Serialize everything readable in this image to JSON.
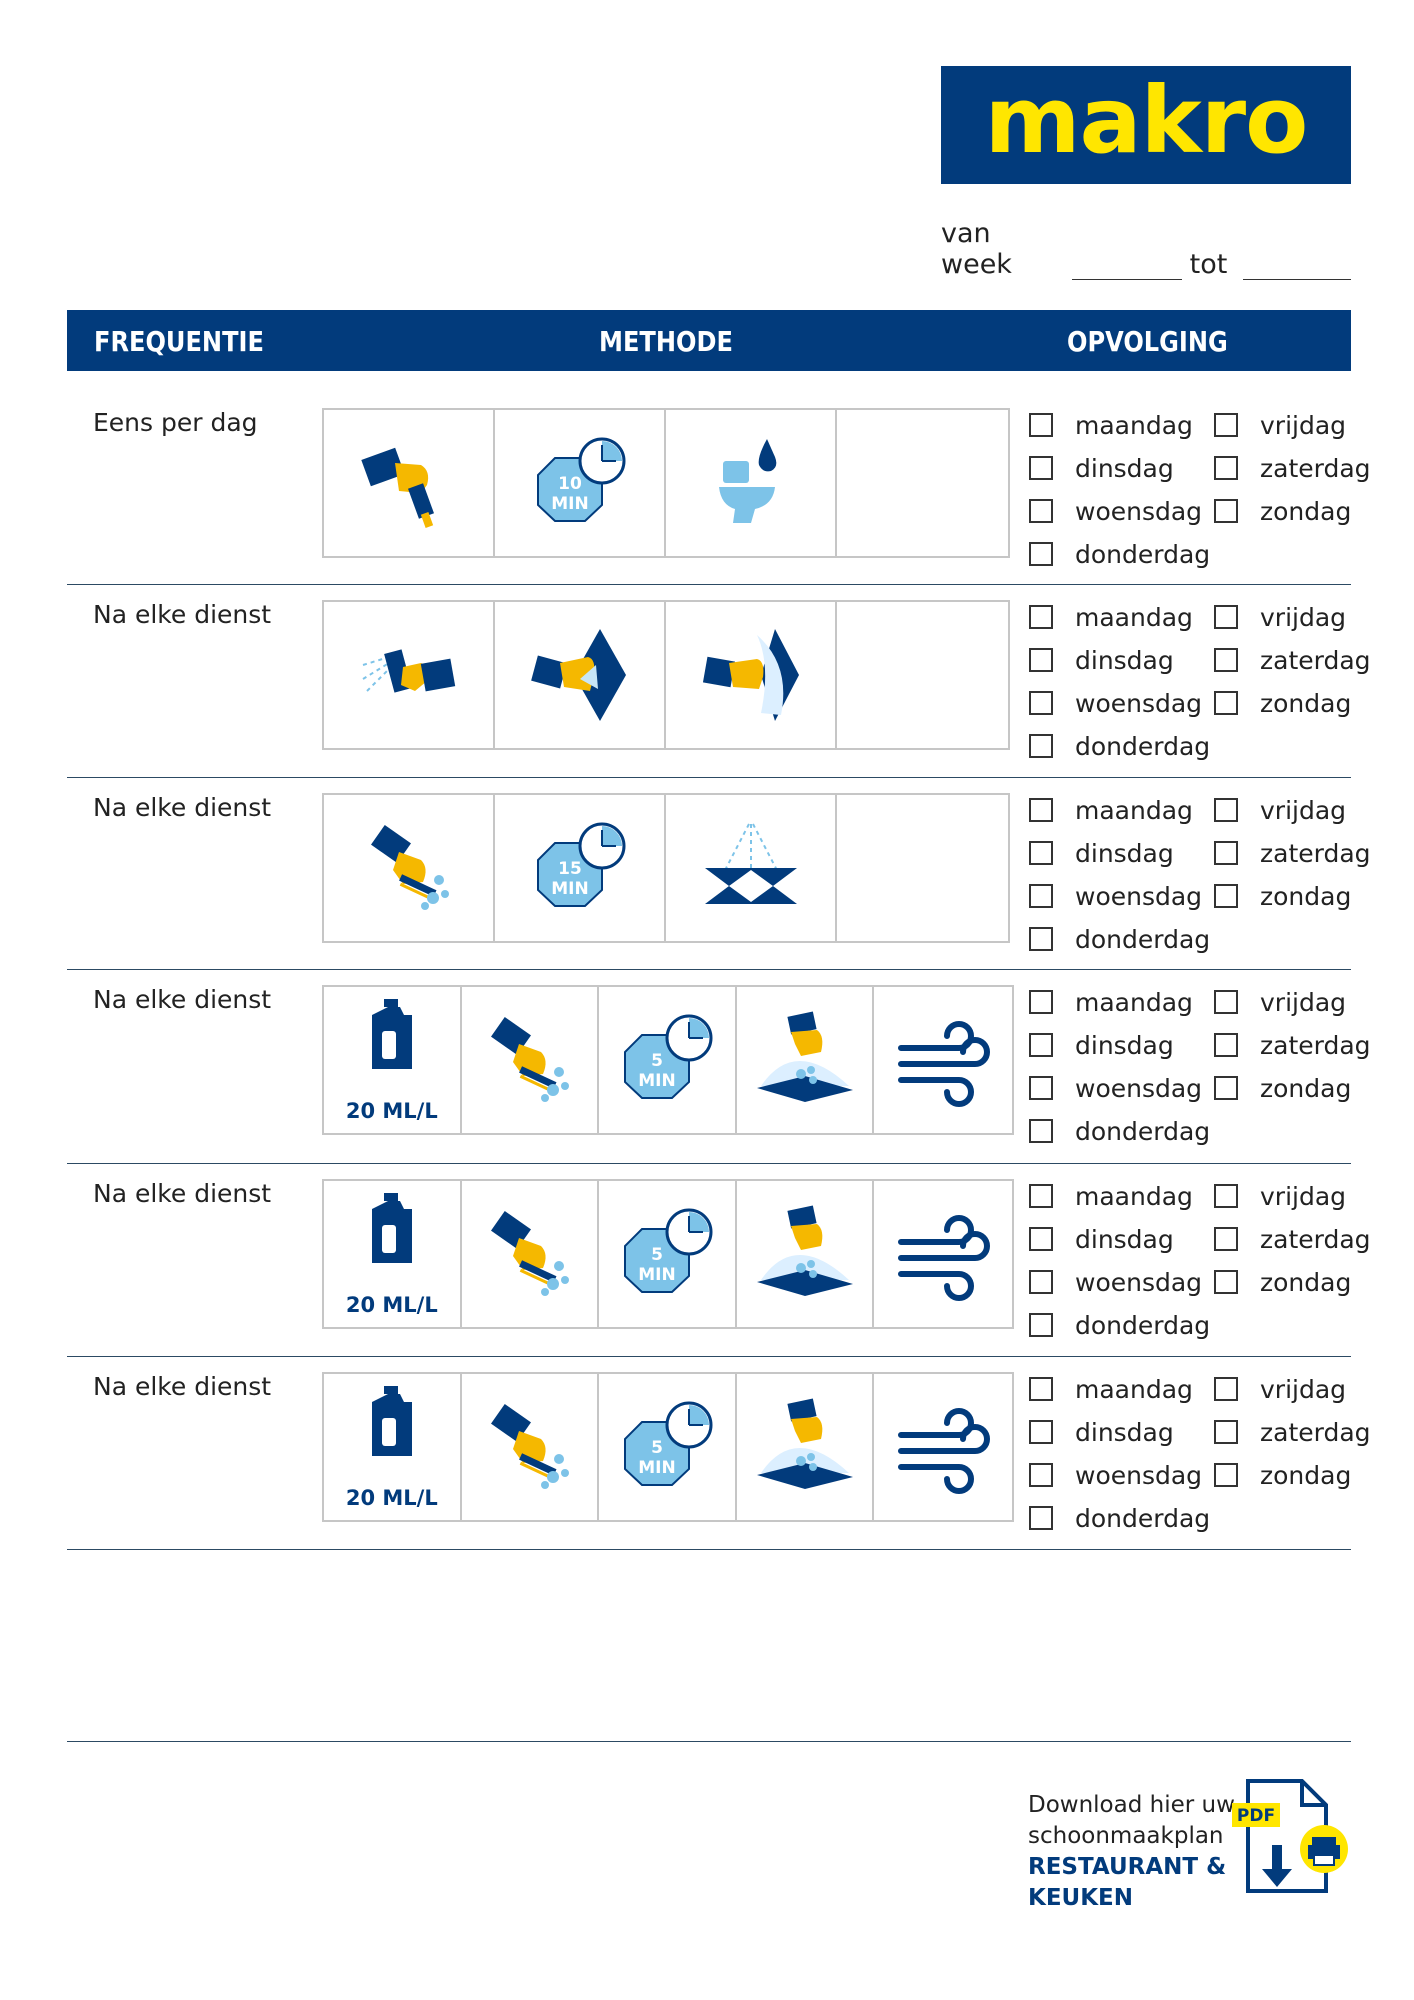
{
  "brand": {
    "logo_text": "makro",
    "blue": "#023b7c",
    "yellow": "#ffe600"
  },
  "week": {
    "van_label": "van week",
    "tot_label": "tot"
  },
  "header": {
    "frequentie": "FREQUENTIE",
    "methode": "METHODE",
    "opvolging": "OPVOLGING"
  },
  "days": {
    "maandag": "maandag",
    "dinsdag": "dinsdag",
    "woensdag": "woensdag",
    "donderdag": "donderdag",
    "vrijdag": "vrijdag",
    "zaterdag": "zaterdag",
    "zondag": "zondag"
  },
  "rows": [
    {
      "frequency": "Eens per dag",
      "steps": [
        "bottle-squeeze-icon",
        "10 MIN",
        "toilet-drop-icon",
        ""
      ],
      "timer": {
        "num": "10",
        "unit": "MIN"
      }
    },
    {
      "frequency": "Na elke dienst",
      "steps": [
        "spray-bottle-icon",
        "wipe-cloth-icon",
        "dry-cloth-icon",
        ""
      ]
    },
    {
      "frequency": "Na elke dienst",
      "steps": [
        "scrub-brush-icon",
        "15 MIN",
        "wet-floor-icon",
        ""
      ],
      "timer": {
        "num": "15",
        "unit": "MIN"
      }
    },
    {
      "frequency": "Na elke dienst",
      "dose": "20 ML/L",
      "steps": [
        "detergent-jerrycan-icon",
        "scrub-brush-icon",
        "5 MIN",
        "mop-floor-icon",
        "air-dry-icon"
      ],
      "timer": {
        "num": "5",
        "unit": "MIN"
      }
    },
    {
      "frequency": "Na elke dienst",
      "dose": "20 ML/L",
      "steps": [
        "detergent-jerrycan-icon",
        "scrub-brush-icon",
        "5 MIN",
        "mop-floor-icon",
        "air-dry-icon"
      ],
      "timer": {
        "num": "5",
        "unit": "MIN"
      }
    },
    {
      "frequency": "Na elke dienst",
      "dose": "20 ML/L",
      "steps": [
        "detergent-jerrycan-icon",
        "scrub-brush-icon",
        "5 MIN",
        "mop-floor-icon",
        "air-dry-icon"
      ],
      "timer": {
        "num": "5",
        "unit": "MIN"
      }
    }
  ],
  "download": {
    "line1": "Download hier uw",
    "line2": "schoonmaakplan",
    "line3": "RESTAURANT &",
    "line4": "KEUKEN",
    "badge": "PDF"
  }
}
